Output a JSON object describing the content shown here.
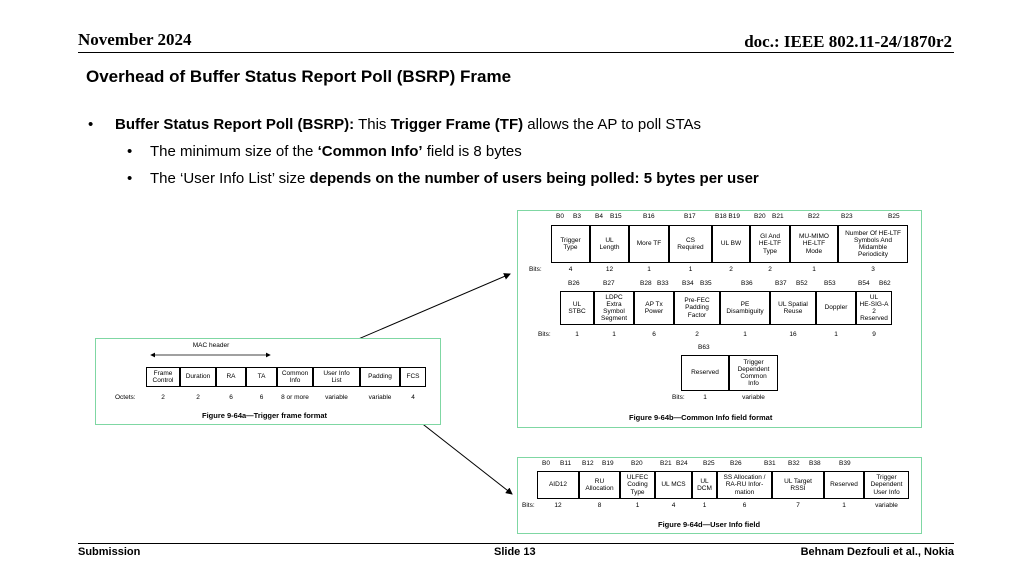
{
  "header": {
    "date": "November 2024",
    "doc": "doc.: IEEE 802.11-24/1870r2"
  },
  "title": "Overhead of Buffer Status Report Poll (BSRP) Frame",
  "bullets": {
    "b1": {
      "bold1": "Buffer Status Report Poll (BSRP):",
      "text1": " This ",
      "bold2": "Trigger Frame (TF)",
      "text2": " allows the AP to poll STAs"
    },
    "b2": {
      "text1": "The minimum size of the ",
      "bold1": "‘Common Info’",
      "text2": " field is 8 bytes"
    },
    "b3": {
      "text1": "The ‘User Info List’ size ",
      "bold1": "depends on the number of users being polled: 5 bytes per user"
    },
    "marker": "•"
  },
  "fig64a": {
    "mac_header": "MAC header",
    "row_label": "Octets:",
    "fields": [
      "Frame\nControl",
      "Duration",
      "RA",
      "TA",
      "Common\nInfo",
      "User Info\nList",
      "Padding",
      "FCS"
    ],
    "octets": [
      "2",
      "2",
      "6",
      "6",
      "8 or more",
      "variable",
      "variable",
      "4"
    ],
    "caption": "Figure 9-64a—Trigger frame format"
  },
  "fig64b": {
    "row_label": "Bits:",
    "row1": {
      "bits_top": [
        "B0",
        "B3",
        "B4",
        "B15",
        "B16",
        "B17",
        "B18 B19",
        "B20",
        "B21",
        "B22",
        "B23",
        "B25"
      ],
      "fields": [
        "Trigger\nType",
        "UL\nLength",
        "More TF",
        "CS\nRequired",
        "UL BW",
        "GI And\nHE-LTF\nType",
        "MU-MIMO\nHE-LTF\nMode",
        "Number Of HE-LTF\nSymbols And\nMidamble\nPeriodicity"
      ],
      "bits": [
        "4",
        "12",
        "1",
        "1",
        "2",
        "2",
        "1",
        "3"
      ]
    },
    "row2": {
      "bits_top": [
        "B26",
        "B27",
        "B28",
        "B33",
        "B34",
        "B35",
        "B36",
        "B37",
        "B52",
        "B53",
        "B54",
        "B62"
      ],
      "fields": [
        "UL\nSTBC",
        "LDPC\nExtra\nSymbol\nSegment",
        "AP Tx\nPower",
        "Pre-FEC\nPadding\nFactor",
        "PE\nDisambiguity",
        "UL Spatial\nReuse",
        "Doppler",
        "UL\nHE-SIG-A\n2\nReserved"
      ],
      "bits": [
        "1",
        "1",
        "6",
        "2",
        "1",
        "16",
        "1",
        "9"
      ]
    },
    "row3": {
      "bits_top": [
        "B63"
      ],
      "fields": [
        "Reserved",
        "Trigger\nDependent\nCommon\nInfo"
      ],
      "bits": [
        "1",
        "variable"
      ]
    },
    "caption": "Figure 9-64b—Common Info field format"
  },
  "fig64d": {
    "row_label": "Bits:",
    "bits_top": [
      "B0",
      "B11",
      "B12",
      "B19",
      "B20",
      "B21",
      "B24",
      "B25",
      "B26",
      "B31",
      "B32",
      "B38",
      "B39"
    ],
    "fields": [
      "AID12",
      "RU\nAllocation",
      "ULFEC\nCoding\nType",
      "UL MCS",
      "UL\nDCM",
      "SS Allocation /\nRA-RU Infor-\nmation",
      "UL Target\nRSSI",
      "Reserved",
      "Trigger\nDependent\nUser Info"
    ],
    "bits": [
      "12",
      "8",
      "1",
      "4",
      "1",
      "6",
      "7",
      "1",
      "variable"
    ],
    "caption": "Figure 9-64d—User Info field"
  },
  "footer": {
    "left": "Submission",
    "center": "Slide 13",
    "right": "Behnam Dezfouli et al., Nokia"
  },
  "colors": {
    "figure_border": "#7fd7a3"
  }
}
